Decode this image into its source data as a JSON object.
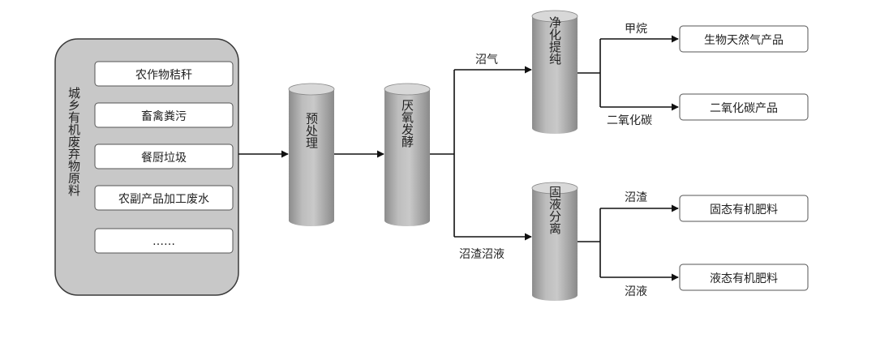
{
  "source_group": {
    "label": "城乡有机废弃物原料",
    "items": [
      "农作物秸秆",
      "畜禽粪污",
      "餐厨垃圾",
      "农副产品加工废水",
      "……"
    ]
  },
  "processes": {
    "pretreatment": "预处理",
    "anaerobic": "厌氧发酵",
    "purification": "净化提纯",
    "separation": "固液分离"
  },
  "edge_labels": {
    "biogas": "沼气",
    "residue_liquid": "沼渣沼液",
    "methane": "甲烷",
    "co2": "二氧化碳",
    "residue": "沼渣",
    "liquid": "沼液"
  },
  "products": {
    "natural_gas": "生物天然气产品",
    "co2_product": "二氧化碳产品",
    "solid_fertilizer": "固态有机肥料",
    "liquid_fertilizer": "液态有机肥料"
  },
  "colors": {
    "cylinder_body": "#a8a8a8",
    "group_fill": "#c8c8c8",
    "line": "#111111"
  }
}
